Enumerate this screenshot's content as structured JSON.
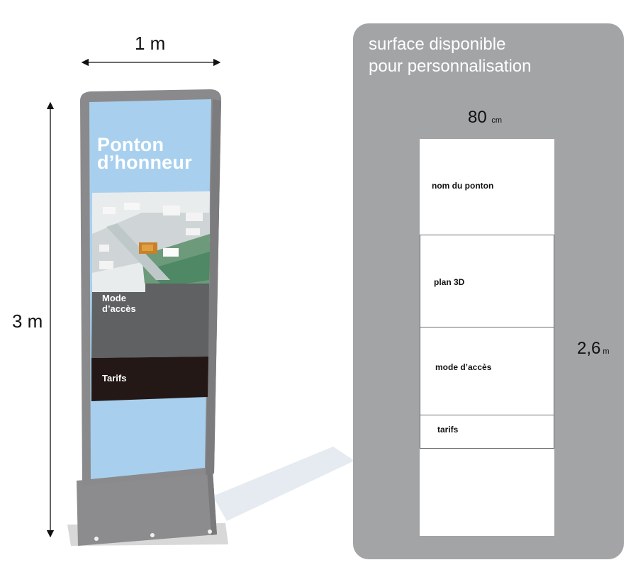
{
  "totem": {
    "width_label": "1 m",
    "height_label": "3 m",
    "title_line1": "Ponton",
    "title_line2": "d’honneur",
    "mode_line1": "Mode",
    "mode_line2": "d’accès",
    "tarifs": "Tarifs"
  },
  "panel": {
    "title_line1": "surface disponible",
    "title_line2": "pour personnalisation",
    "width_value": "80",
    "width_unit": "cm",
    "height_value": "2,6",
    "height_unit": "m",
    "sections": [
      {
        "label": "nom du ponton"
      },
      {
        "label": "plan 3D"
      },
      {
        "label": "mode d’accès"
      },
      {
        "label": "tarifs"
      }
    ]
  },
  "colors": {
    "sky_blue": "#a8d0ee",
    "panel_grey": "#a3a4a6",
    "frame_grey": "#8a8a8c",
    "mode_band": "#5f6163",
    "tarifs_band": "#231816"
  }
}
